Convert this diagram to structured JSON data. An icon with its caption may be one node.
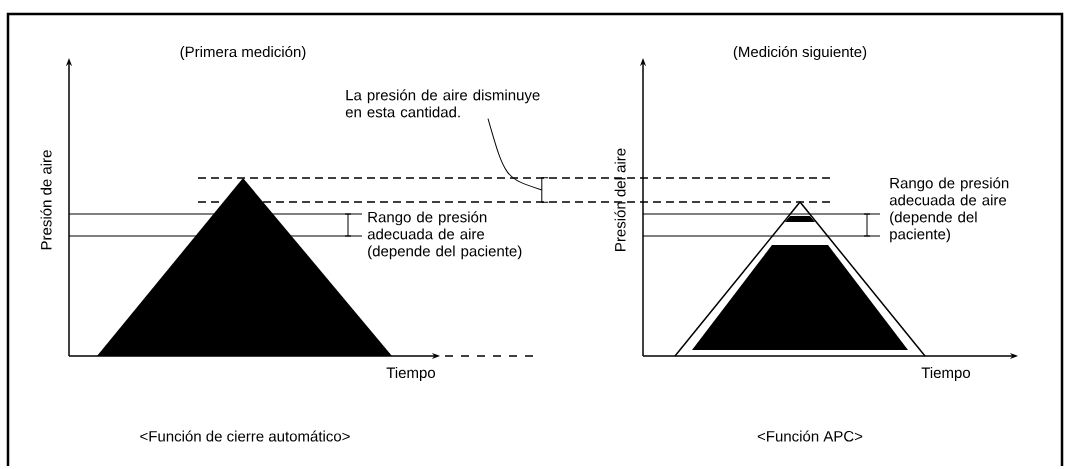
{
  "diagram": {
    "nodes": [
      {
        "text": [
          "La presión de aire disminuye en esta cantidad."
        ]
      },
      {
        "text": [],
        "shape": "bracket"
      }
    ],
    "edges": [
      {
        "from": 0,
        "to": 1,
        "arrow": "none"
      }
    ],
    "labels": [
      "(Primera medición)",
      "(Medición siguiente)",
      "Presión de aire",
      "Presión del aire",
      "Rango de presión adecuada de aire (depende del paciente)",
      "Rango de presión adecuada de aire (depende del paciente)",
      "Tiempo",
      "Tiempo",
      "<Función de cierre automático>",
      "<Función APC>"
    ]
  }
}
